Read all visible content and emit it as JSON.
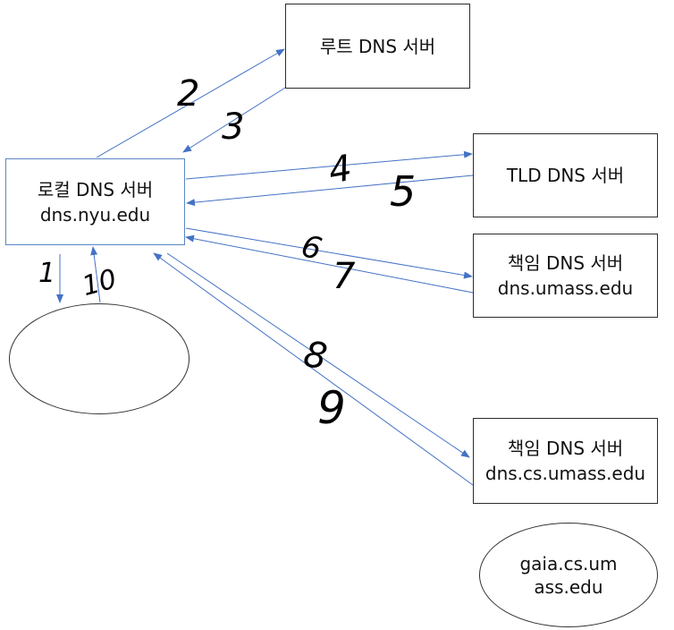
{
  "nodes": {
    "root": {
      "line1": "루트 DNS 서버"
    },
    "local": {
      "line1": "로컬 DNS 서버",
      "line2": "dns.nyu.edu"
    },
    "tld": {
      "line1": "TLD DNS 서버"
    },
    "auth1": {
      "line1": "책임 DNS 서버",
      "line2": "dns.umass.edu"
    },
    "auth2": {
      "line1": "책임 DNS 서버",
      "line2": "dns.cs.umass.edu"
    },
    "requester": {
      "line1": ""
    },
    "target": {
      "line1": "gaia.cs.um",
      "line2": "ass.edu"
    }
  },
  "steps": [
    "1",
    "2",
    "3",
    "4",
    "5",
    "6",
    "7",
    "8",
    "9",
    "10"
  ],
  "colors": {
    "arrow": "#4472c4",
    "box_border": "#2b2b2b",
    "local_border": "#5b86c5",
    "label": "#000000"
  }
}
